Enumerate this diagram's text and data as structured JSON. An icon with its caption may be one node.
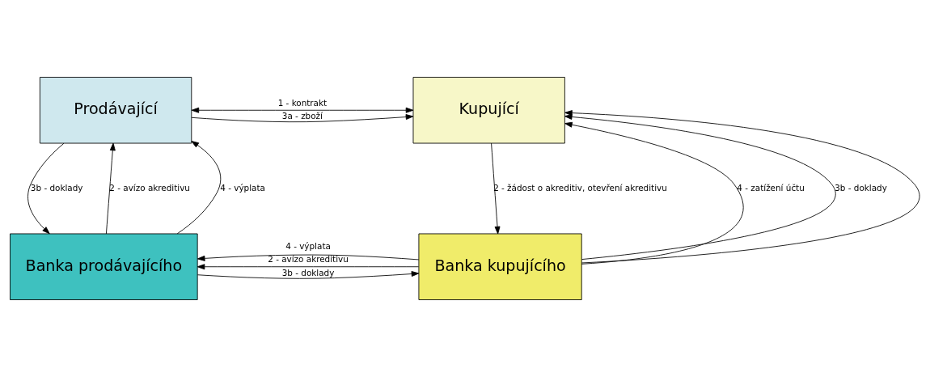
{
  "diagram": {
    "nodes": [
      {
        "text": [
          "Prodávající"
        ]
      },
      {
        "text": [
          "Kupující"
        ]
      },
      {
        "text": [
          "Banka prodávajícího"
        ]
      },
      {
        "text": [
          "Banka kupujícího"
        ]
      }
    ],
    "edges": [
      {
        "from": 0,
        "to": 1,
        "arrow": "both",
        "label": "1 - kontrakt"
      },
      {
        "from": 0,
        "to": 1,
        "arrow": "to",
        "label": "3a - zboží"
      },
      {
        "from": 2,
        "to": 0,
        "arrow": "to",
        "label": "2 - avízo akreditivu"
      },
      {
        "from": 0,
        "to": 2,
        "arrow": "to",
        "label": "3b - doklady"
      },
      {
        "from": 2,
        "to": 0,
        "arrow": "to",
        "label": "4 - výplata"
      },
      {
        "from": 3,
        "to": 1,
        "arrow": "to",
        "label": "4 - zatížení účtu"
      },
      {
        "from": 3,
        "to": 1,
        "arrow": "to",
        "label": "3b - doklady"
      },
      {
        "from": 1,
        "to": 3,
        "arrow": "to",
        "label": "2 - žádost o akreditiv, otevření akreditivu"
      },
      {
        "from": 3,
        "to": 1,
        "arrow": "to"
      },
      {
        "from": 2,
        "to": 3,
        "arrow": "to",
        "label": "3b - doklady"
      },
      {
        "from": 3,
        "to": 2,
        "arrow": "to",
        "label": "2 - avízo akreditivu"
      },
      {
        "from": 3,
        "to": 2,
        "arrow": "to",
        "label": "4 - výplata"
      }
    ]
  }
}
